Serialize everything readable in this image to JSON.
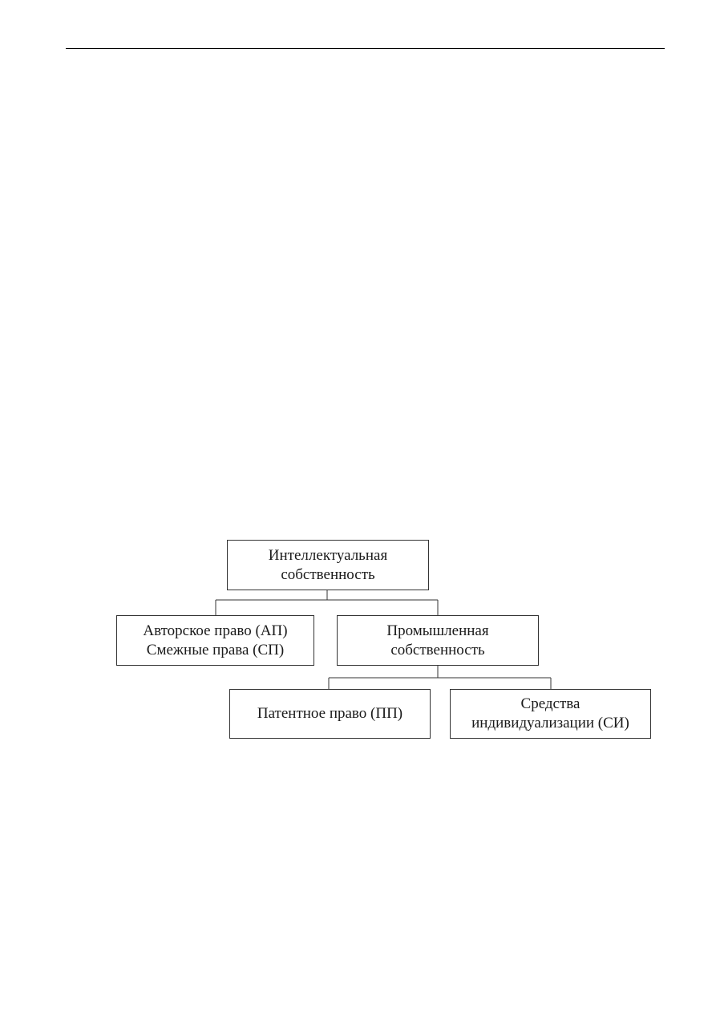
{
  "diagram": {
    "root": {
      "line1": "Интеллектуальная",
      "line2": "собственность"
    },
    "copyright": {
      "line1": "Авторское право (АП)",
      "line2": "Смежные права (СП)"
    },
    "industrial": {
      "line1": "Промышленная",
      "line2": "собственность"
    },
    "patent": {
      "line1": "Патентное право (ПП)"
    },
    "individualization": {
      "line1": "Средства",
      "line2": "индивидуализации (СИ)"
    }
  },
  "colors": {
    "border": "#333333",
    "text": "#1a1a1a"
  }
}
